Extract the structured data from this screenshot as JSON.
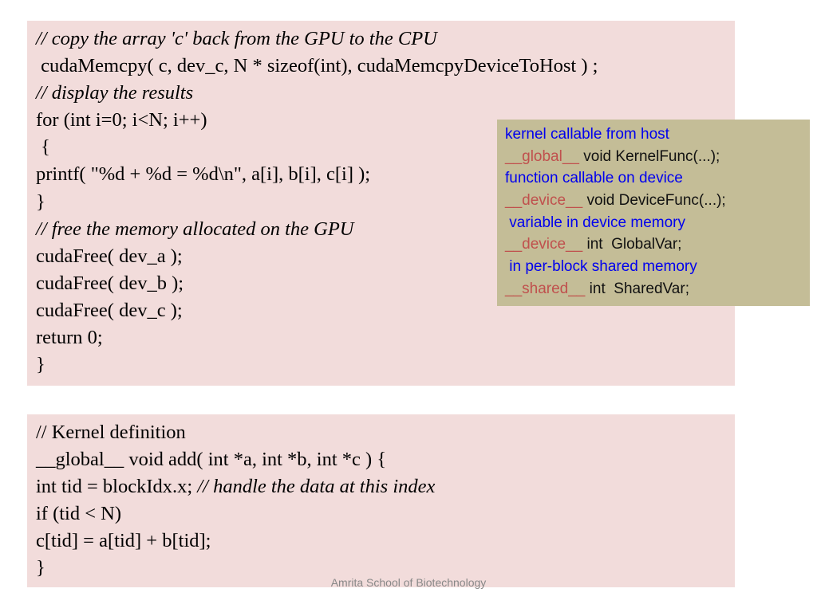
{
  "box1": {
    "lines": [
      "// copy the array 'c' back from the GPU to the CPU",
      " cudaMemcpy( c, dev_c, N * sizeof(int), cudaMemcpyDeviceToHost ) ;",
      "// display the results",
      "for (int i=0; i<N; i++)",
      " {",
      "printf( \"%d + %d = %d\\n\", a[i], b[i], c[i] );",
      "}",
      "// free the memory allocated on the GPU",
      "cudaFree( dev_a );",
      "cudaFree( dev_b );",
      "cudaFree( dev_c );",
      "return 0;",
      "}"
    ]
  },
  "box2": {
    "l0": "// Kernel definition",
    "l1": "__global__ void add( int *a, int *b, int *c ) {",
    "l2_code": "int tid = blockIdx.x; ",
    "l2_comment": "// handle the data at this index",
    "l3": "if (tid < N)",
    "l4": "c[tid] = a[tid] + b[tid];",
    "l5": "}"
  },
  "side": {
    "l0": "kernel callable from host",
    "l1_kw": "__global__",
    "l1_rest": " void KernelFunc(...);",
    "l2": "function callable on device",
    "l3_kw": "__device__",
    "l3_rest": " void DeviceFunc(...);",
    "l4": " variable in device memory",
    "l5_kw": "__device__",
    "l5_rest": " int  GlobalVar;",
    "l6": " in per-block shared memory",
    "l7_kw": "__shared__",
    "l7_rest": " int  SharedVar;"
  },
  "footer": "Amrita School of Biotechnology",
  "colors": {
    "code_box_bg": "#f2dcdb",
    "side_box_bg": "#c4bd97",
    "comment_blue": "#0000ee",
    "keyword_red": "#c0504d"
  }
}
